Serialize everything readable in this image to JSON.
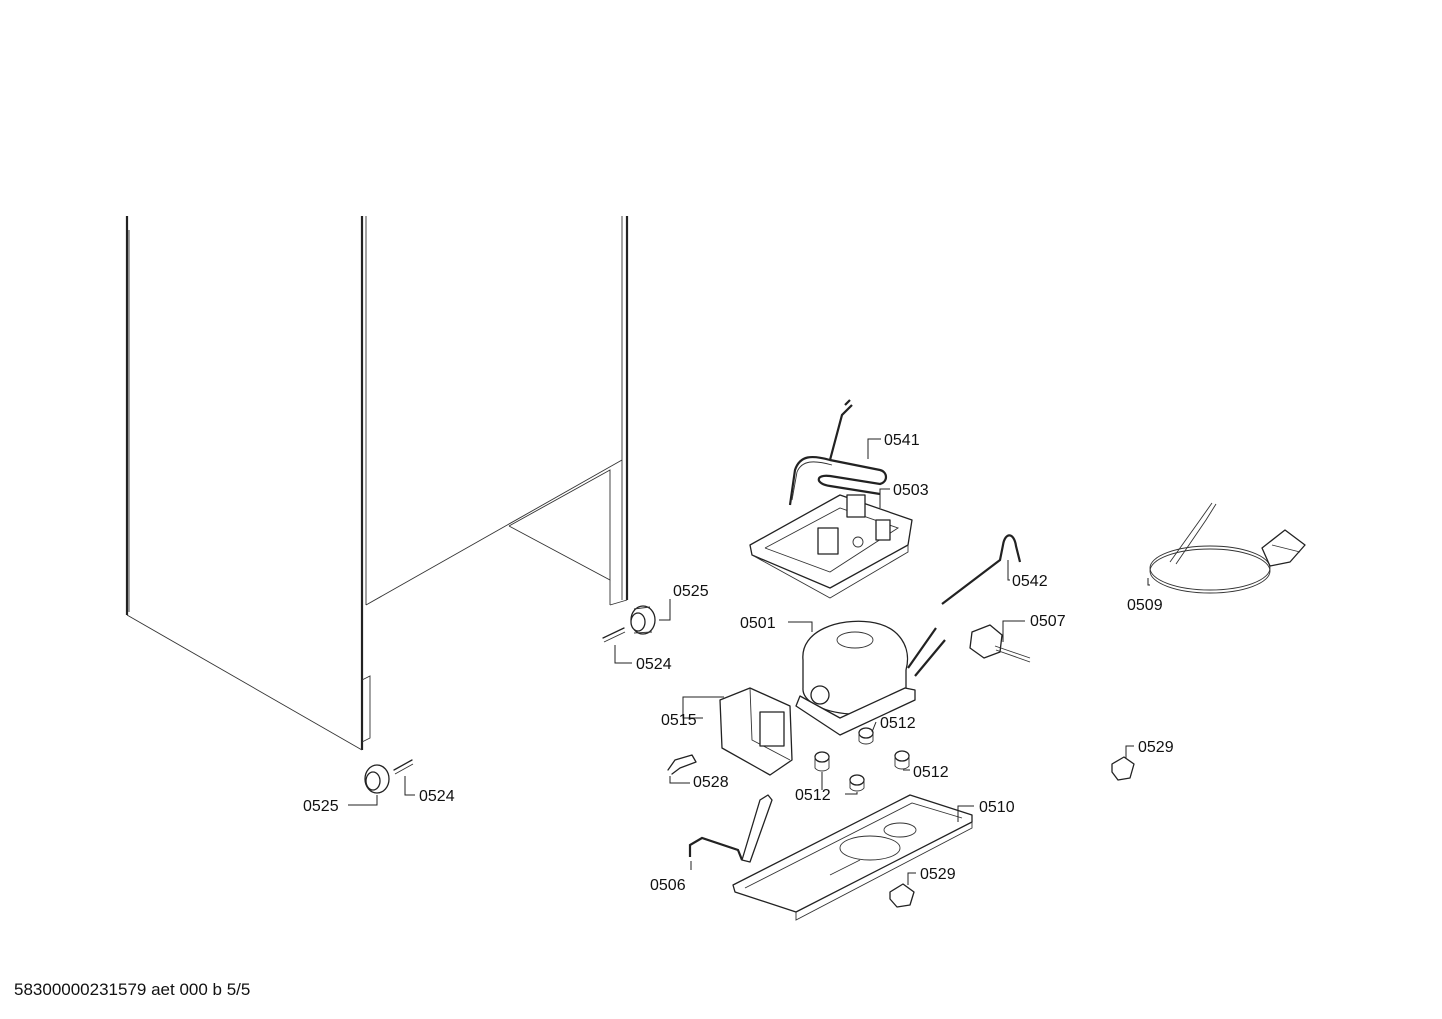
{
  "footer": {
    "code": "58300000231579 aet 000 b 5/5"
  },
  "callouts": {
    "c0541": "0541",
    "c0503": "0503",
    "c0542": "0542",
    "c0509": "0509",
    "c0525a": "0525",
    "c0524a": "0524",
    "c0501": "0501",
    "c0507": "0507",
    "c0515": "0515",
    "c0512a": "0512",
    "c0529a": "0529",
    "c0528": "0528",
    "c0512b": "0512",
    "c0512c": "0512",
    "c0525b": "0525",
    "c0524b": "0524",
    "c0510": "0510",
    "c0506": "0506",
    "c0529b": "0529"
  },
  "colors": {
    "line": "#222222",
    "background": "#ffffff"
  }
}
